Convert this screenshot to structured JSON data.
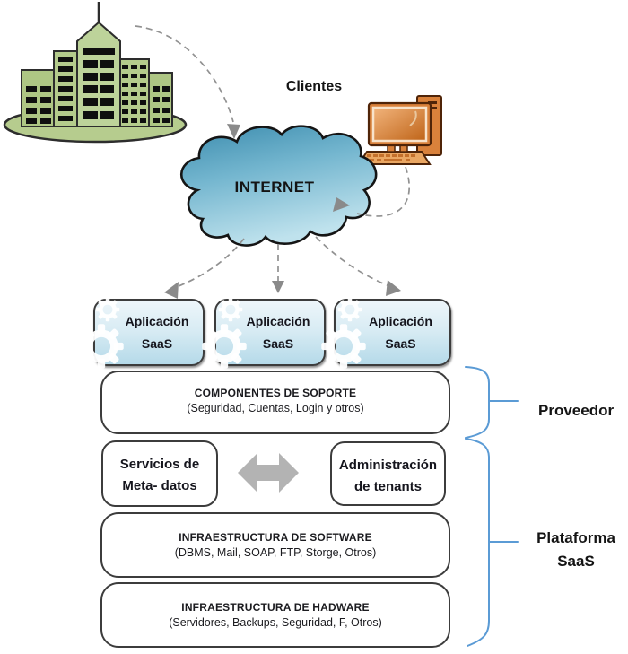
{
  "diagram": {
    "clientes_label": "Clientes",
    "internet_label": "INTERNET",
    "proveedor_label": "Proveedor",
    "plataforma_line1": "Plataforma",
    "plataforma_line2": "SaaS"
  },
  "saas_apps": [
    {
      "line1": "Aplicación",
      "line2": "SaaS"
    },
    {
      "line1": "Aplicación",
      "line2": "SaaS"
    },
    {
      "line1": "Aplicación",
      "line2": "SaaS"
    }
  ],
  "boxes": {
    "soporte": {
      "title": "COMPONENTES DE SOPORTE",
      "subtitle": "(Seguridad, Cuentas, Login y otros)"
    },
    "metadatos": {
      "line1": "Servicios de",
      "line2": "Meta- datos"
    },
    "tenants": {
      "line1": "Administración",
      "line2": "de tenants"
    },
    "software": {
      "title": "INFRAESTRUCTURA DE SOFTWARE",
      "subtitle": "(DBMS, Mail, SOAP, FTP, Storge, Otros)"
    },
    "hardware": {
      "title": "INFRAESTRUCTURA DE HADWARE",
      "subtitle": "(Servidores, Backups, Seguridad, F, Otros)"
    }
  },
  "icons": {
    "building": "office-building-icon",
    "computer": "desktop-computer-icon",
    "cloud": "internet-cloud-icon",
    "gear": "gear-icon",
    "double_arrow": "left-right-arrow-icon"
  },
  "colors": {
    "cloud_top": "#3c8cae",
    "cloud_bottom": "#bfe2ed",
    "saas_box_top": "#eef6fa",
    "saas_box_bottom": "#b5dae9",
    "building_green": "#b4cb8c",
    "computer_orange": "#d9813b",
    "brace_blue": "#5b9bd5",
    "arrow_gray": "#919191",
    "border_dark": "#3c3c3c"
  }
}
